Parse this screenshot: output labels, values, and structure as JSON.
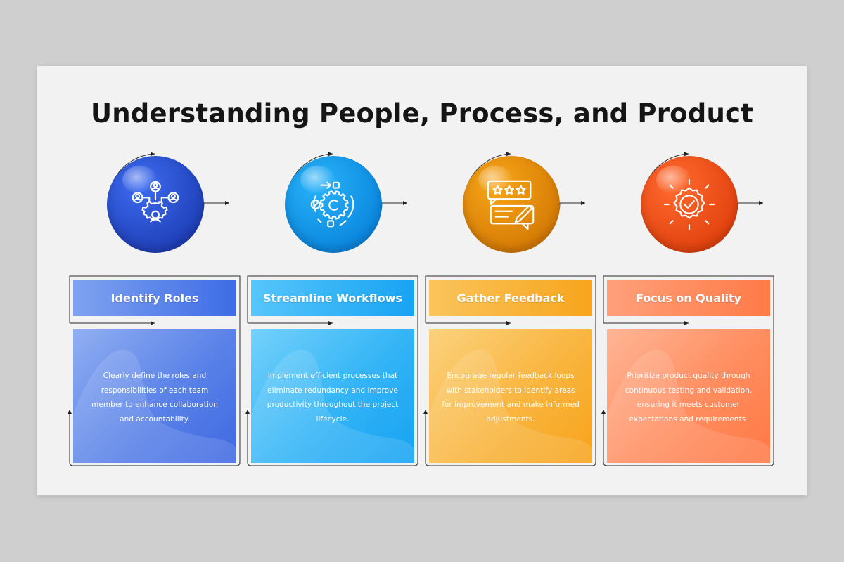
{
  "title": "Understanding People, Process, and Product",
  "steps": [
    {
      "heading": "Identify Roles",
      "description": "Clearly define the roles and responsibilities of each team member to enhance collaboration and accountability.",
      "icon": "team-roles-icon",
      "color": "#2b4fd0"
    },
    {
      "heading": "Streamline Workflows",
      "description": "Implement efficient processes that eliminate redundancy and improve productivity throughout the project lifecycle.",
      "icon": "workflow-gear-icon",
      "color": "#1a9ff0"
    },
    {
      "heading": "Gather Feedback",
      "description": "Encourage regular feedback loops with stakeholders to identify areas for improvement and make informed adjustments.",
      "icon": "feedback-rating-icon",
      "color": "#f0a010"
    },
    {
      "heading": "Focus on Quality",
      "description": "Prioritize product quality through continuous testing and validation, ensuring it meets customer expectations and requirements.",
      "icon": "quality-badge-icon",
      "color": "#f0561d"
    }
  ]
}
